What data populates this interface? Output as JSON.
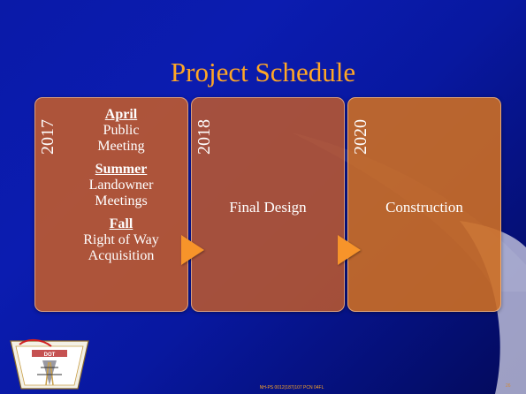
{
  "slide": {
    "title": "Project Schedule",
    "phases": [
      {
        "year": "2017",
        "milestones": [
          {
            "season": "April",
            "label": "Public\nMeeting"
          },
          {
            "season": "Summer",
            "label": "Landowner\nMeetings"
          },
          {
            "season": "Fall",
            "label": "Right of Way\nAcquisition"
          }
        ]
      },
      {
        "year": "2018",
        "label": "Final Design"
      },
      {
        "year": "2020",
        "label": "Construction"
      }
    ],
    "footer": {
      "project_code": "NH-PS 0012(187)107  PCN 04FL",
      "page_number": "26",
      "logo_text": "DOT"
    },
    "colors": {
      "title": "#ffa726",
      "panel": "#c85f28",
      "arrow": "#f7942a",
      "background": "#0a1aa8"
    }
  }
}
